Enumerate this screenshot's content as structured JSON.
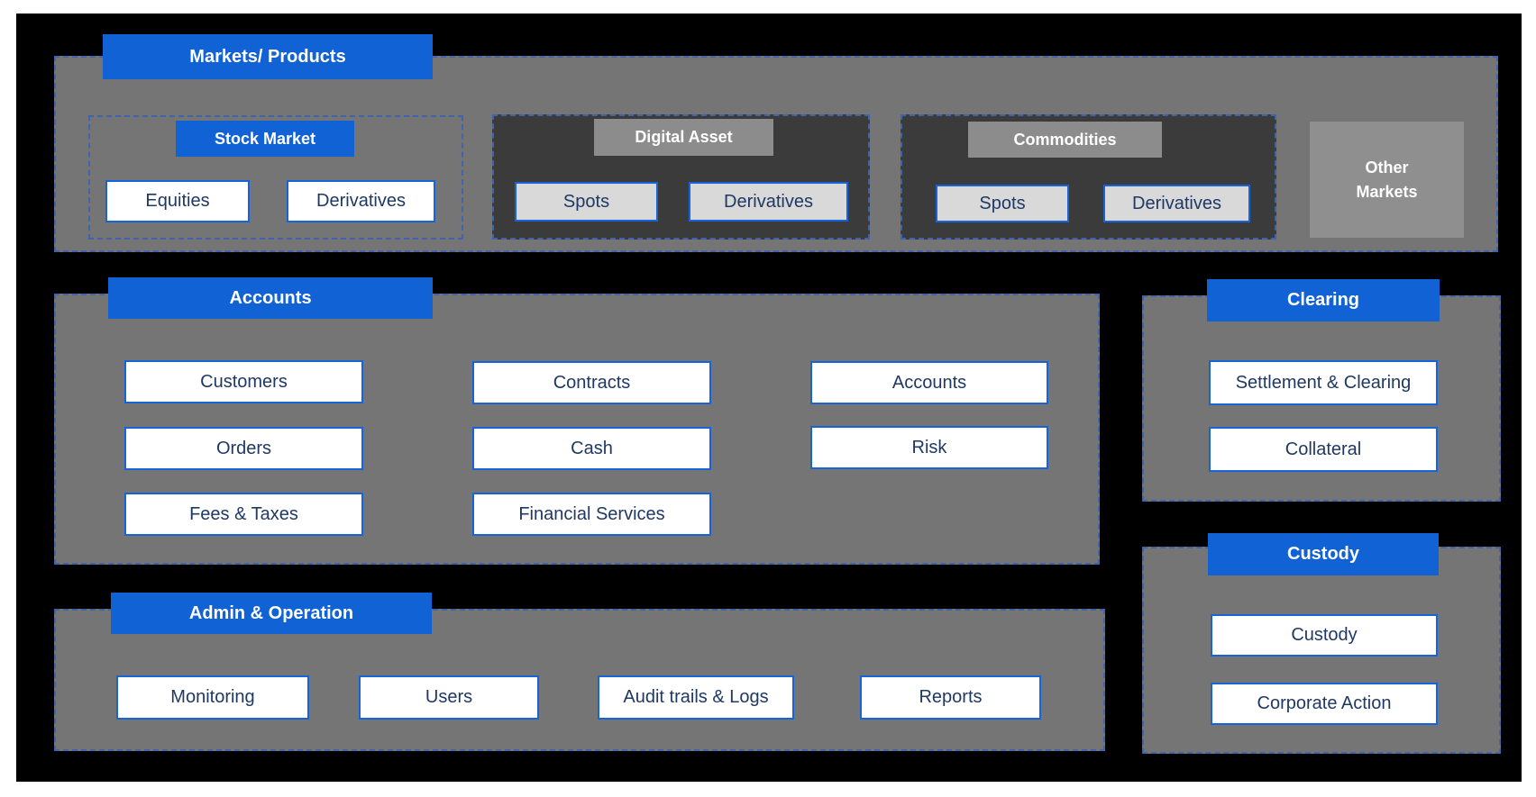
{
  "colors": {
    "accent_blue": "#1062d5",
    "panel_gray": "#757575",
    "dark_panel_gray": "#3b3b3b",
    "subheader_gray": "#8c8c8c",
    "other_markets_gray": "#8f8f8f",
    "item_light_gray": "#d9d9d9",
    "item_border_blue": "#1565d8",
    "item_text_navy": "#1f3864",
    "dashed_border_blue": "#3e64ad",
    "page_background": "#000000"
  },
  "markets": {
    "title": "Markets/ Products",
    "stock_market": {
      "title": "Stock Market",
      "items": [
        "Equities",
        "Derivatives"
      ]
    },
    "digital_asset": {
      "title": "Digital Asset",
      "items": [
        "Spots",
        "Derivatives"
      ]
    },
    "commodities": {
      "title": "Commodities",
      "items": [
        "Spots",
        "Derivatives"
      ]
    },
    "other_markets": {
      "label": "Other Markets"
    }
  },
  "accounts": {
    "title": "Accounts",
    "column1": [
      "Customers",
      "Orders",
      "Fees & Taxes"
    ],
    "column2": [
      "Contracts",
      "Cash",
      "Financial Services"
    ],
    "column3": [
      "Accounts",
      "Risk"
    ]
  },
  "clearing": {
    "title": "Clearing",
    "items": [
      "Settlement & Clearing",
      "Collateral"
    ]
  },
  "custody": {
    "title": "Custody",
    "items": [
      "Custody",
      "Corporate Action"
    ]
  },
  "admin_operation": {
    "title": "Admin & Operation",
    "items": [
      "Monitoring",
      "Users",
      "Audit trails & Logs",
      "Reports"
    ]
  }
}
